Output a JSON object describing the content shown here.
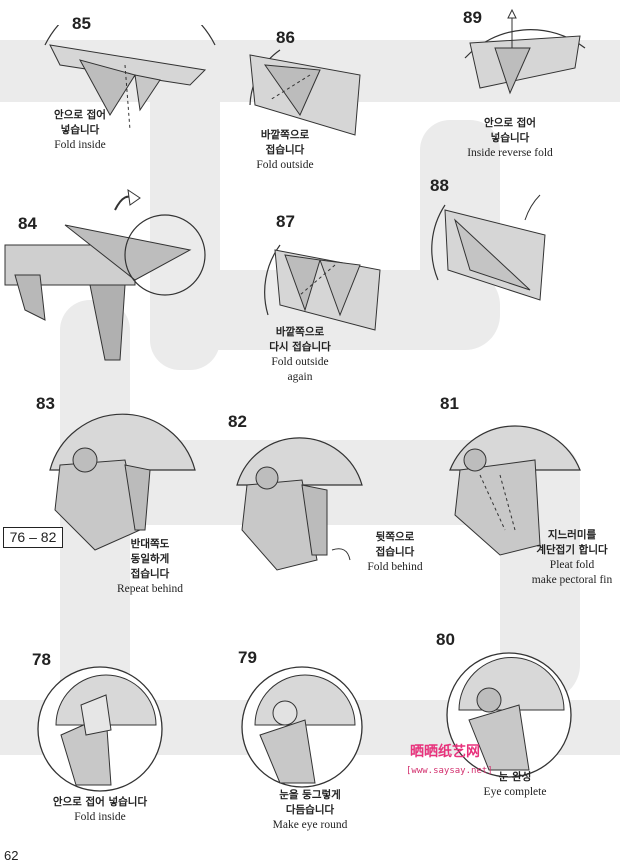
{
  "steps": {
    "s85": {
      "num": "85",
      "ko": "안으로 접어 넣습니다",
      "ko1": "안으로 접어",
      "ko2": "넣습니다",
      "en": "Fold inside"
    },
    "s86": {
      "num": "86",
      "ko1": "바깥쪽으로",
      "ko2": "접습니다",
      "en": "Fold outside"
    },
    "s89": {
      "num": "89",
      "ko1": "안으로 접어",
      "ko2": "넣습니다",
      "en": "Inside reverse fold"
    },
    "s84": {
      "num": "84"
    },
    "s87": {
      "num": "87",
      "ko1": "바깥쪽으로",
      "ko2": "다시 접습니다",
      "en1": "Fold outside",
      "en2": "again"
    },
    "s88": {
      "num": "88"
    },
    "s83": {
      "num": "83",
      "ko1": "반대쪽도",
      "ko2": "동일하게",
      "ko3": "접습니다",
      "en": "Repeat behind"
    },
    "s82": {
      "num": "82",
      "ko1": "뒷쪽으로",
      "ko2": "접습니다",
      "en": "Fold behind"
    },
    "s81": {
      "num": "81",
      "ko1": "지느러미를",
      "ko2": "계단접기 합니다",
      "en1": "Pleat fold",
      "en2": "make pectoral fin"
    },
    "s78": {
      "num": "78",
      "ko": "안으로 접어 넣습니다",
      "en": "Fold inside"
    },
    "s79": {
      "num": "79",
      "ko1": "눈을 둥그렇게",
      "ko2": "다듬습니다",
      "en": "Make eye round"
    },
    "s80": {
      "num": "80",
      "ko": "눈 완성",
      "en": "Eye complete"
    }
  },
  "ref_box": "76 – 82",
  "page_number": "62",
  "watermark": {
    "brand": "晒晒纸艺网",
    "url": "[www.saysay.net]"
  }
}
